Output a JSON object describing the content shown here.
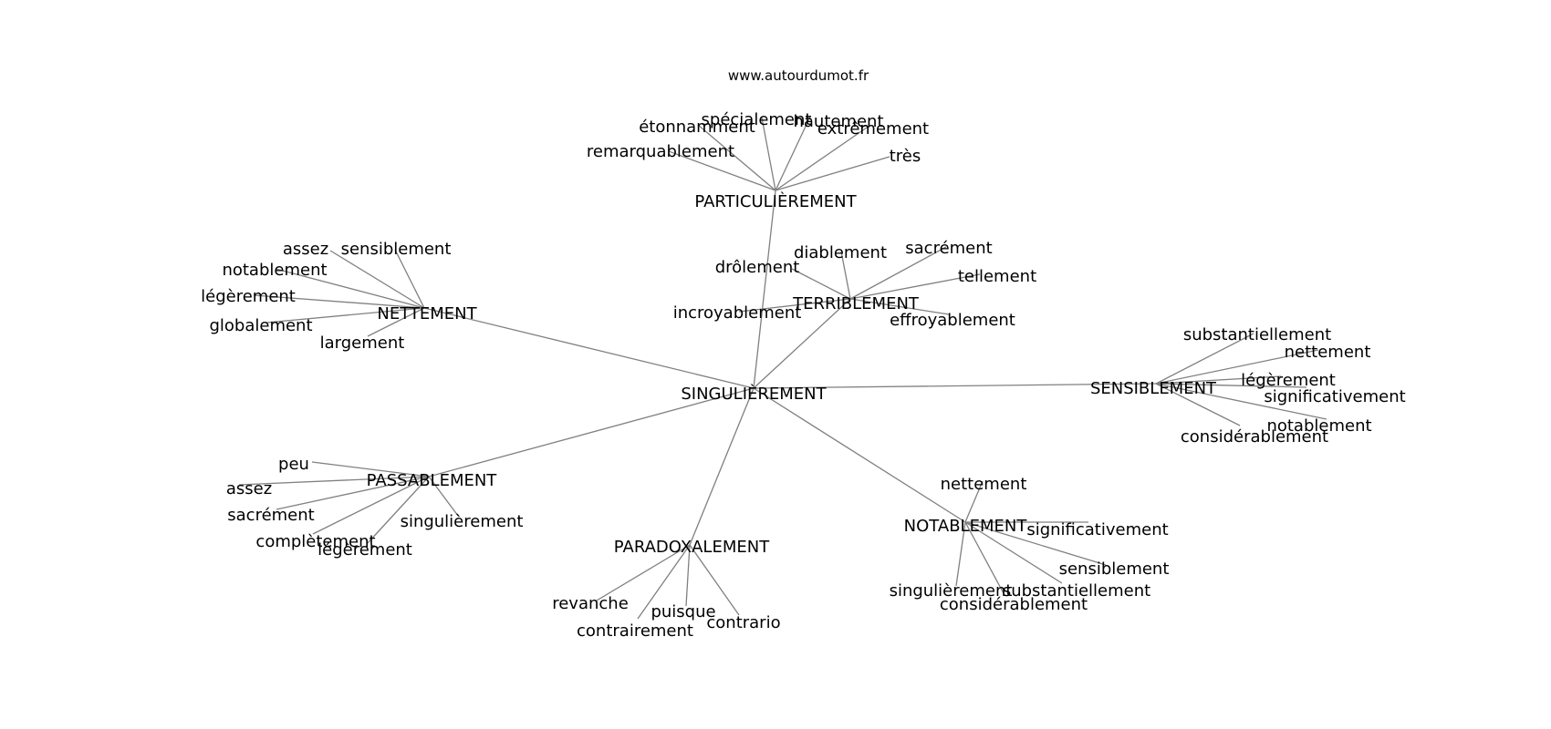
{
  "source": "www.autourdumot.fr",
  "center": "SINGULIÈREMENT",
  "clusters": [
    {
      "id": "particulierement",
      "label": "PARTICULIÈREMENT",
      "leaves": [
        "remarquablement",
        "étonnamment",
        "spécialement",
        "hautement",
        "extrêmement",
        "très"
      ]
    },
    {
      "id": "nettement",
      "label": "NETTEMENT",
      "leaves": [
        "assez",
        "sensiblement",
        "notablement",
        "légèrement",
        "globalement",
        "largement"
      ]
    },
    {
      "id": "terriblement",
      "label": "TERRIBLEMENT",
      "leaves": [
        "diablement",
        "sacrément",
        "tellement",
        "effroyablement"
      ]
    },
    {
      "id": "sensiblement",
      "label": "SENSIBLEMENT",
      "leaves": [
        "substantiellement",
        "nettement",
        "légèrement",
        "significativement",
        "notablement",
        "considérablement"
      ]
    },
    {
      "id": "passablement",
      "label": "PASSABLEMENT",
      "leaves": [
        "peu",
        "assez",
        "sacrément",
        "complètement",
        "légèrement",
        "singulièrement"
      ]
    },
    {
      "id": "paradoxalement",
      "label": "PARADOXALEMENT",
      "leaves": [
        "revanche",
        "contrairement",
        "puisque",
        "contrario"
      ]
    },
    {
      "id": "notablement",
      "label": "NOTABLEMENT",
      "leaves": [
        "nettement",
        "significativement",
        "sensiblement",
        "substantiellement",
        "considérablement",
        "singulièrement"
      ]
    }
  ],
  "direct_leaves": [
    "drôlement",
    "incroyablement"
  ]
}
